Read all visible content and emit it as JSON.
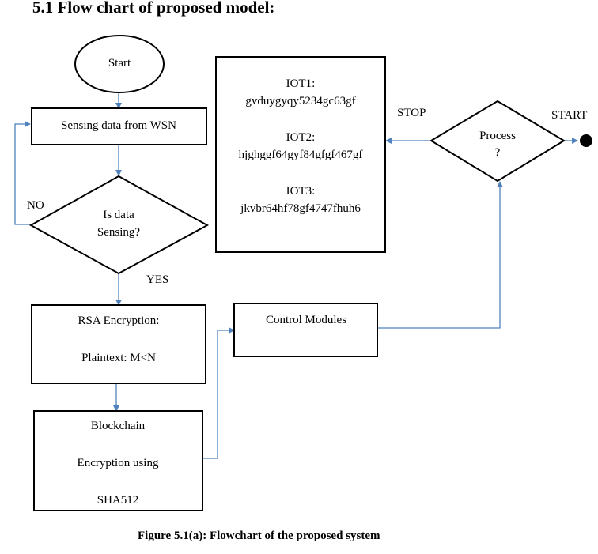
{
  "heading": "5.1 Flow chart of proposed model:",
  "caption": "Figure 5.1(a): Flowchart of the proposed system",
  "nodes": {
    "start": "Start",
    "sensing": "Sensing data from WSN",
    "decision_line1": "Is data",
    "decision_line2": "Sensing?",
    "rsa_line1": "RSA Encryption:",
    "rsa_line2": "Plaintext: M<N",
    "blockchain_line1": "Blockchain",
    "blockchain_line2": "Encryption using",
    "blockchain_line3": "SHA512",
    "control": "Control Modules",
    "process_line1": "Process",
    "process_line2": "?",
    "iot1_label": "IOT1:",
    "iot1_value": "gvduygyqy5234gc63gf",
    "iot2_label": "IOT2:",
    "iot2_value": "hjghggf64gyf84gfgf467gf",
    "iot3_label": "IOT3:",
    "iot3_value": "jkvbr64hf78gf4747fhuh6"
  },
  "labels": {
    "no": "NO",
    "yes": "YES",
    "stop": "STOP",
    "start_right": "START"
  },
  "colors": {
    "connector": "#4f81bd",
    "shape_border": "#000000"
  }
}
